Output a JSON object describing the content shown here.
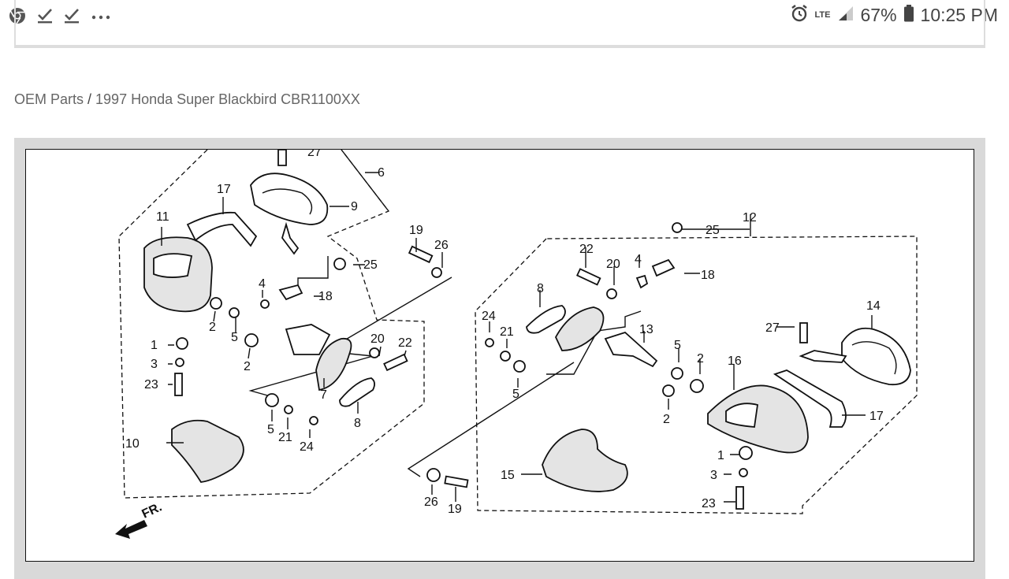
{
  "status_bar": {
    "left_icons": [
      "chrome-icon",
      "check-icon",
      "check-icon",
      "more-icon"
    ],
    "network": "LTE",
    "battery": "67%",
    "time": "10:25 PM"
  },
  "breadcrumb": {
    "root": "OEM Parts",
    "separator": "/",
    "current": "1997 Honda Super Blackbird CBR1100XX"
  },
  "diagram": {
    "direction_label": "FR.",
    "labels": {
      "l1": "1",
      "l2": "2",
      "l3": "3",
      "l4": "4",
      "l5": "5",
      "l6": "6",
      "l7": "7",
      "l8": "8",
      "l9": "9",
      "l10": "10",
      "l11": "11",
      "l12": "12",
      "l13": "13",
      "l14": "14",
      "l15": "15",
      "l16": "16",
      "l17": "17",
      "l18": "18",
      "l19": "19",
      "l20": "20",
      "l21": "21",
      "l22": "22",
      "l23": "23",
      "l24": "24",
      "l25": "25",
      "l26": "26",
      "l27": "27"
    }
  }
}
